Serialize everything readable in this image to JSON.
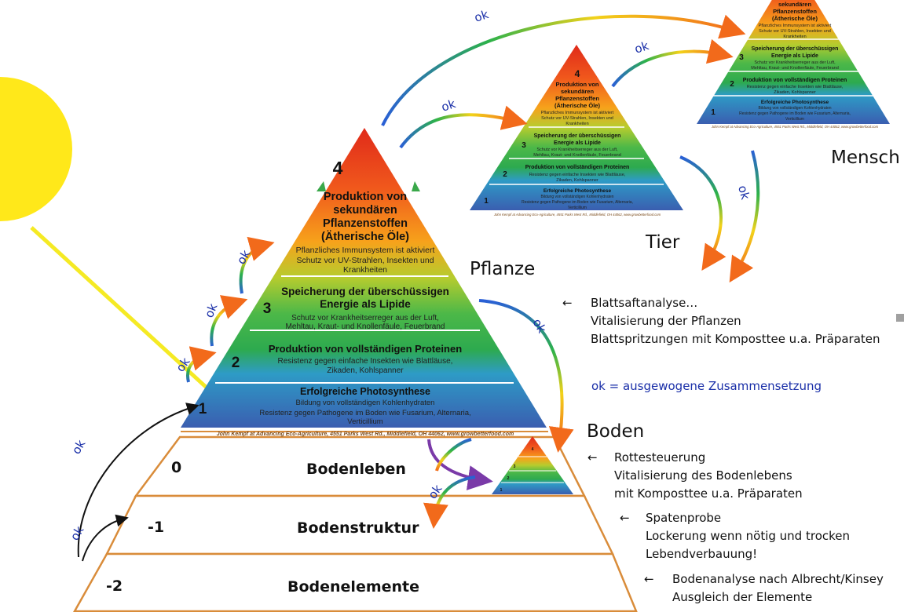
{
  "colors": {
    "sun": "#ffe81a",
    "tier1": "#3a63b0",
    "tier2": "#2db24a",
    "tier3": "#8cc63c",
    "tier4_top": "#e53a1f",
    "tier4_mid": "#f7a21b",
    "soil_outline": "#d98c3a",
    "legend_text": "#1a2fa8"
  },
  "plant_pyramid": {
    "tier4": {
      "number": "4",
      "title_lines": [
        "Produktion von",
        "sekundären",
        "Pflanzenstoffen",
        "(Ätherische Öle)"
      ],
      "desc_lines": [
        "Pflanzliches Immunsystem ist aktiviert",
        "Schutz vor UV-Strahlen, Insekten und",
        "Krankheiten"
      ]
    },
    "tier3": {
      "number": "3",
      "title_lines": [
        "Speicherung der überschüssigen",
        "Energie als Lipide"
      ],
      "desc_lines": [
        "Schutz vor Krankheitserreger aus der Luft,",
        "Mehltau, Kraut- und Knollenfäule, Feuerbrand"
      ]
    },
    "tier2": {
      "number": "2",
      "title_lines": [
        "Produktion von vollständigen Proteinen"
      ],
      "desc_lines": [
        "Resistenz gegen einfache Insekten wie Blattläuse,",
        "Zikaden, Kohlspanner"
      ]
    },
    "tier1": {
      "number": "1",
      "title_lines": [
        "Erfolgreiche Photosynthese"
      ],
      "desc_lines": [
        "Bildung von vollständigen Kohlenhydraten",
        "Resistenz gegen Pathogene im Boden wie Fusarium, Alternaria,",
        "Verticillium"
      ]
    },
    "credit": "John Kempf at Advancing Eco-Agriculture, 4551 Parks West Rd., Middlefield, OH 44062, www.growbetterfood.com"
  },
  "soil": {
    "layers": [
      {
        "number": "0",
        "name": "Bodenleben"
      },
      {
        "number": "-1",
        "name": "Bodenstruktur"
      },
      {
        "number": "-2",
        "name": "Bodenelemente"
      }
    ]
  },
  "labels": {
    "pflanze": "Pflanze",
    "tier": "Tier",
    "mensch": "Mensch",
    "boden": "Boden",
    "ok": "ok"
  },
  "notes": {
    "plant": {
      "arrow": "←",
      "lines": [
        "Blattsaftanalyse…",
        "Vitalisierung der Pflanzen",
        "Blattspritzungen mit Komposttee u.a. Präparaten"
      ]
    },
    "legend": "ok = ausgewogene Zusammensetzung",
    "rotte": {
      "arrow": "←",
      "lines": [
        "Rottesteuerung",
        "Vitalisierung des Bodenlebens",
        "mit Komposttee u.a. Präparaten"
      ]
    },
    "spaten": {
      "arrow": "←",
      "lines": [
        "Spatenprobe",
        "Lockerung wenn nötig und trocken",
        "Lebendverbauung!"
      ]
    },
    "boden": {
      "arrow": "←",
      "lines": [
        "Bodenanalyse nach Albrecht/Kinsey",
        "Ausgleich der Elemente"
      ]
    }
  }
}
